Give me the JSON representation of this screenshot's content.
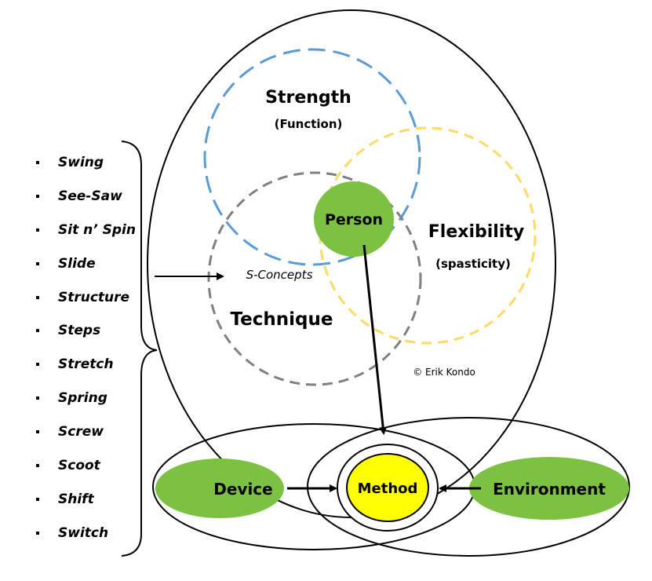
{
  "diagram": {
    "labels": {
      "strength": "Strength",
      "function": "(Function)",
      "flexibility": "Flexibility",
      "spasticity": "(spasticity)",
      "technique": "Technique",
      "person": "Person",
      "s_concepts": "S-Concepts",
      "copyright": "© Erik Kondo",
      "device": "Device",
      "method": "Method",
      "environment": "Environment"
    },
    "colors": {
      "green": "#7dc142",
      "yellow": "#ffff00",
      "blue_dash": "#5b9bd5",
      "yellow_dash": "#ffd966",
      "grey_dash": "#808080"
    },
    "s_concepts_list": [
      "Swing",
      "See-Saw",
      "Sit n’ Spin",
      "Slide",
      "Structure",
      "Steps",
      "Stretch",
      "Spring",
      "Screw",
      "Scoot",
      "Shift",
      "Switch"
    ]
  }
}
